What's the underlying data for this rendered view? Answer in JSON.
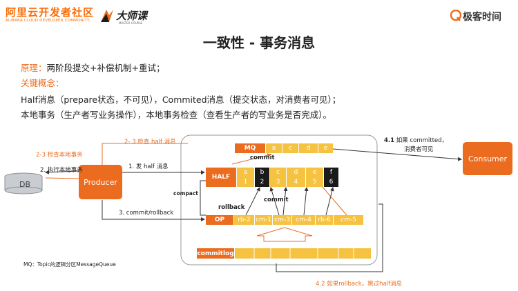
{
  "header": {
    "logo_cn": "阿里云开发者社区",
    "logo_en": "ALIBABA CLOUD DEVELOPER COMMUNITY",
    "logo2": "大师课",
    "logo2_sub": "MASTER COURSE",
    "logo3": "极客时间"
  },
  "title": "一致性 - 事务消息",
  "text": {
    "line1_label": "原理：",
    "line1_body": "两阶段提交+补偿机制+重试；",
    "line2_label": "关键概念：",
    "line3": "Half消息（prepare状态，不可见），Commited消息（提交状态，对消费者可见）；",
    "line4": "本地事务（生产者写业务操作），本地事务检查（查看生产者的写业务是否完成）。"
  },
  "diagram": {
    "db": "DB",
    "producer": "Producer",
    "consumer": "Consumer",
    "mq": {
      "header": "MQ",
      "cells": [
        "a",
        "c",
        "d",
        "e"
      ]
    },
    "half": {
      "header": "HALF",
      "cells": [
        "a",
        "b",
        "c",
        "d",
        "e",
        "f"
      ],
      "indexes": [
        "1",
        "2",
        "3",
        "4",
        "5",
        "6"
      ]
    },
    "op": {
      "header": "OP",
      "cells": [
        "rb-2",
        "cm-1",
        "cm-3",
        "cm-4",
        "rb-6",
        "cm-5"
      ]
    },
    "commitlog": "commitlog",
    "labels": {
      "check_half": "2- 3 检查 half 消息",
      "check_local": "2-3 检查本地事务",
      "exec_local": "2. 执行本地事务",
      "send_half": "1. 发 half 消息",
      "commit_rollback": "3. commit/rollback",
      "compact": "compact",
      "rollback": "rollback",
      "commit_top": "commit",
      "commit_mid": "commit",
      "consumer_note_1": "如果 committed，",
      "consumer_note_num": "4.1",
      "consumer_note_2": "消费者可见",
      "skip_note": "4.2 如果rollback，跳过half消息",
      "footnote": "MQ：Topic的逻辑分区MessageQueue"
    }
  },
  "colors": {
    "orange": "#ec6c1f",
    "yellow": "#f5c242",
    "dark": "#1a1a1a"
  }
}
